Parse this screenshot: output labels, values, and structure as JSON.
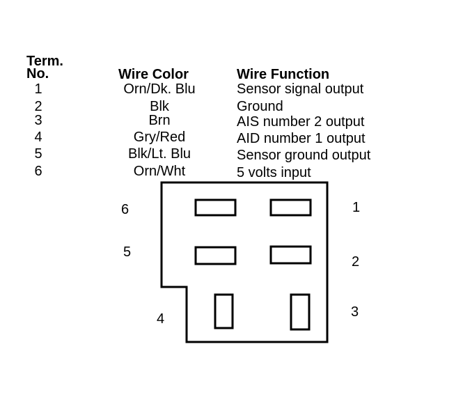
{
  "table": {
    "headers": {
      "term_line1": "Term.",
      "term_line2": "No.",
      "wire_color": "Wire Color",
      "wire_function": "Wire Function"
    },
    "rows": [
      {
        "term": "1",
        "color": "Orn/Dk. Blu",
        "function": "Sensor signal output"
      },
      {
        "term": "2",
        "color": "Blk",
        "function": "Ground"
      },
      {
        "term": "3",
        "color": "Brn",
        "function": "AIS number 2 output"
      },
      {
        "term": "4",
        "color": "Gry/Red",
        "function": "AID number 1 output"
      },
      {
        "term": "5",
        "color": "Blk/Lt. Blu",
        "function": "Sensor ground output"
      },
      {
        "term": "6",
        "color": "Orn/Wht",
        "function": "5 volts input"
      }
    ]
  },
  "connector": {
    "pins": [
      "1",
      "2",
      "3",
      "4",
      "5",
      "6"
    ]
  }
}
